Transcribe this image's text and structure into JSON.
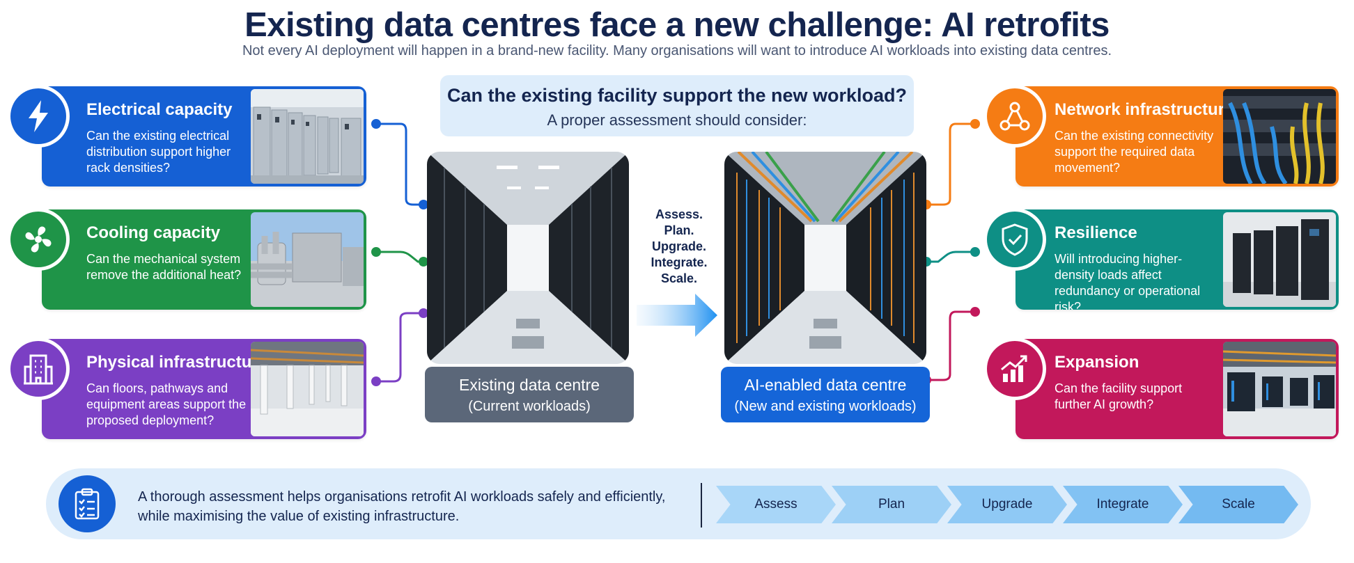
{
  "title": "Existing data centres face a new challenge: AI retrofits",
  "subtitle": "Not every AI deployment will happen in a brand-new facility. Many organisations will want to introduce AI workloads into existing data centres.",
  "question": {
    "heading": "Can the existing facility support the new workload?",
    "sub": "A proper assessment should consider:"
  },
  "left_cards": [
    {
      "title": "Electrical capacity",
      "text": "Can the existing electrical distribution support higher rack densities?",
      "color": "#1560d4",
      "icon": "lightning-bolt-icon"
    },
    {
      "title": "Cooling capacity",
      "text": "Can the mechanical system remove the additional heat?",
      "color": "#1f9448",
      "icon": "fan-icon"
    },
    {
      "title": "Physical infrastructure",
      "text": "Can floors, pathways and equipment areas support the proposed deployment?",
      "color": "#7b3fc4",
      "icon": "building-icon"
    }
  ],
  "right_cards": [
    {
      "title": "Network infrastructure",
      "text": "Can the existing connectivity support the required data movement?",
      "color": "#f57c14",
      "icon": "network-nodes-icon"
    },
    {
      "title": "Resilience",
      "text": "Will introducing higher-density loads affect redundancy or operational risk?",
      "color": "#0e8f85",
      "icon": "shield-check-icon"
    },
    {
      "title": "Expansion",
      "text": "Can the facility support further AI growth?",
      "color": "#c2185b",
      "icon": "growth-chart-icon"
    }
  ],
  "existing_dc": {
    "title": "Existing data centre",
    "subtitle": "(Current workloads)",
    "color": "#5b6779"
  },
  "ai_dc": {
    "title": "AI-enabled data centre",
    "subtitle": "(New and existing workloads)",
    "color": "#1565d8"
  },
  "transition_steps": [
    "Assess.",
    "Plan.",
    "Upgrade.",
    "Integrate.",
    "Scale."
  ],
  "bottom": {
    "text": "A thorough assessment helps organisations retrofit AI workloads safely and efficiently, while maximising the value of existing infrastructure.",
    "icon": "clipboard-checklist-icon",
    "steps": [
      "Assess",
      "Plan",
      "Upgrade",
      "Integrate",
      "Scale"
    ]
  }
}
